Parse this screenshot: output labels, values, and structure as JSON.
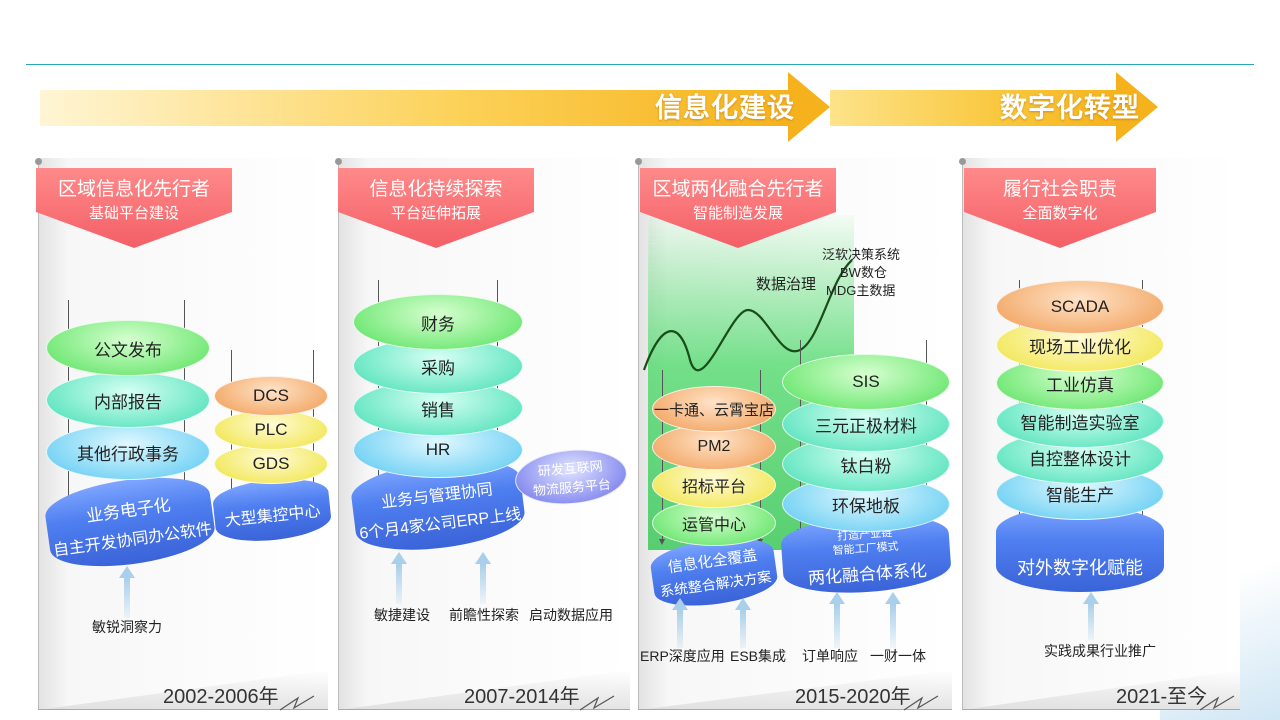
{
  "banners": {
    "informatization": "信息化建设",
    "digital": "数字化转型"
  },
  "phases": [
    {
      "ribbon_title": "区域信息化先行者",
      "ribbon_sub": "基础平台建设",
      "stack": [
        "公文发布",
        "内部报告",
        "其他行政事务"
      ],
      "base_top": "业务电子化",
      "base_bottom": "自主开发协同办公软件",
      "side_stack": [
        "DCS",
        "PLC",
        "GDS"
      ],
      "side_base": "大型集控中心",
      "drivers": [
        "敏锐洞察力"
      ],
      "year": "2002-2006年"
    },
    {
      "ribbon_title": "信息化持续探索",
      "ribbon_sub": "平台延伸拓展",
      "stack": [
        "财务",
        "采购",
        "销售",
        "HR"
      ],
      "base_top": "业务与管理协同",
      "base_bottom": "6个月4家公司ERP上线",
      "side_disc": [
        "研发互联网",
        "物流服务平台"
      ],
      "drivers": [
        "敏捷建设",
        "前瞻性探索",
        "启动数据应用"
      ],
      "year": "2007-2014年"
    },
    {
      "ribbon_title": "区域两化融合先行者",
      "ribbon_sub": "智能制造发展",
      "curve_labels": [
        "数据治理",
        "泛软决策系统",
        "BW数仓",
        "MDG主数据"
      ],
      "stack": [
        "一卡通、云霄宝店",
        "PM2",
        "招标平台",
        "运管中心"
      ],
      "base_top": "信息化全覆盖",
      "base_bottom": "系统整合解决方案",
      "stack2": [
        "SIS",
        "三元正极材料",
        "钛白粉",
        "环保地板"
      ],
      "base2_small1": "打造产业链",
      "base2_small2": "智能工厂模式",
      "base2_bottom": "两化融合体系化",
      "drivers": [
        "ERP深度应用",
        "ESB集成",
        "订单响应",
        "一财一体"
      ],
      "year": "2015-2020年"
    },
    {
      "ribbon_title": "履行社会职责",
      "ribbon_sub": "全面数字化",
      "stack": [
        "SCADA",
        "现场工业优化",
        "工业仿真",
        "智能制造实验室",
        "自控整体设计",
        "智能生产"
      ],
      "base_bottom": "对外数字化赋能",
      "drivers": [
        "实践成果行业推广"
      ],
      "year": "2021-至今"
    }
  ],
  "colors": {
    "banner_yellow": "#f7b723",
    "ribbon_red": "#f35f66",
    "accent_teal": "#2aa7b5"
  }
}
